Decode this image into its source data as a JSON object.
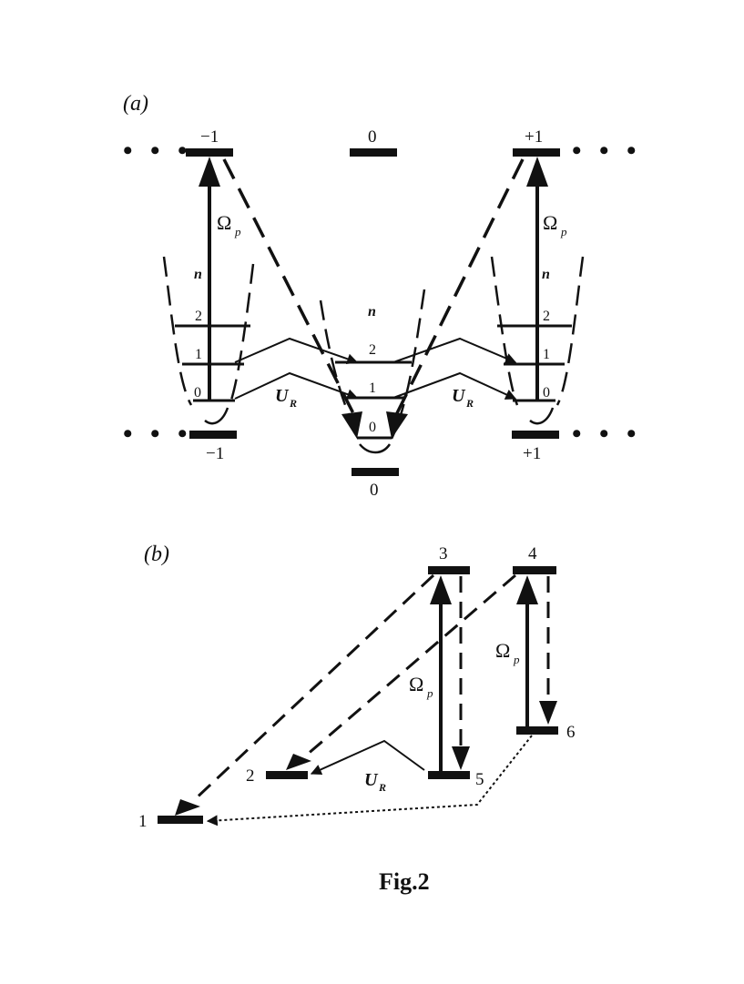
{
  "figure": {
    "caption": "Fig.2",
    "panel_a": {
      "label": "(a)",
      "upper_levels": [
        "−1",
        "0",
        "+1"
      ],
      "lower_levels": [
        "−1",
        "0",
        "+1"
      ],
      "vib_left": [
        "n",
        "2",
        "1",
        "0"
      ],
      "vib_center": [
        "n",
        "2",
        "1",
        "0"
      ],
      "vib_right": [
        "n",
        "2",
        "1",
        "0"
      ],
      "omega": "Ω",
      "omega_sub": "p",
      "ur": "U",
      "ur_sub": "R",
      "ellipsis": "• • •"
    },
    "panel_b": {
      "label": "(b)",
      "levels": [
        "1",
        "2",
        "3",
        "4",
        "5",
        "6"
      ],
      "omega": "Ω",
      "omega_sub": "p",
      "ur": "U",
      "ur_sub": "R"
    }
  }
}
